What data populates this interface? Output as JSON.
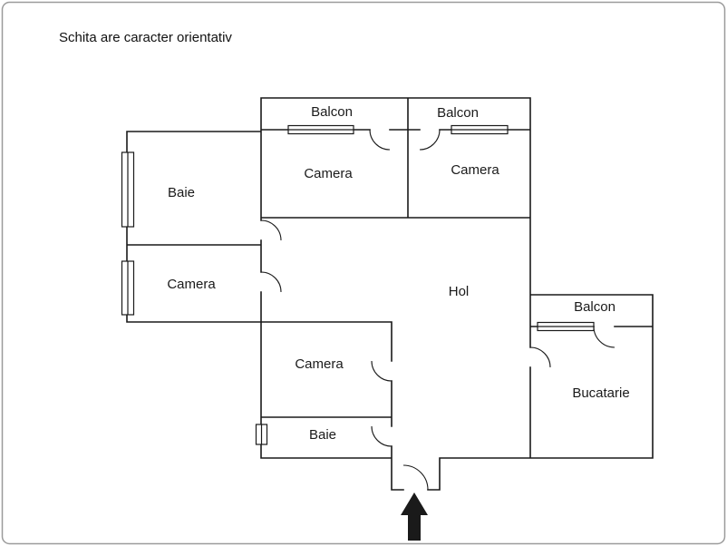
{
  "title": "Schita are caracter orientativ",
  "floorplan": {
    "labels": {
      "balcon_top_left": "Balcon",
      "balcon_top_right": "Balcon",
      "camera_top_left": "Camera",
      "camera_top_right": "Camera",
      "baie_left": "Baie",
      "camera_left": "Camera",
      "hol": "Hol",
      "camera_middle": "Camera",
      "baie_middle": "Baie",
      "balcon_right": "Balcon",
      "bucatarie": "Bucatarie"
    },
    "colors": {
      "wall": "#1a1a1a",
      "background": "#ffffff",
      "border": "#9b9b9b"
    }
  }
}
